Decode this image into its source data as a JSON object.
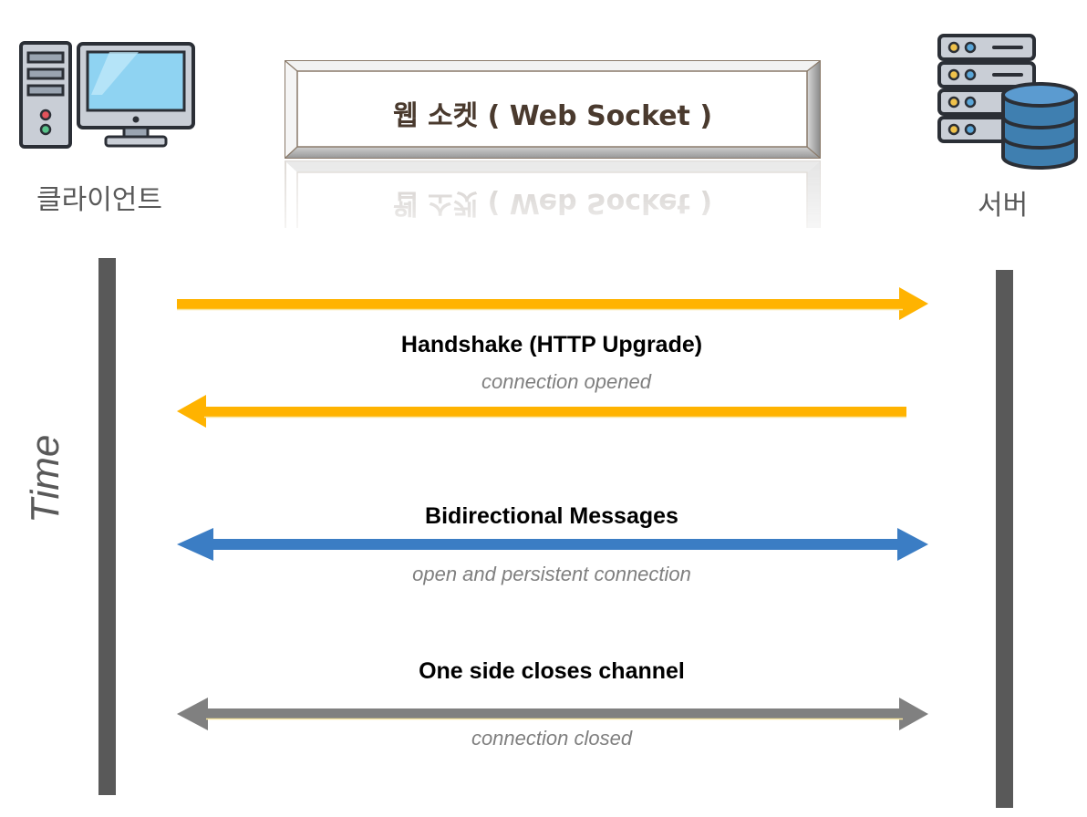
{
  "title": "웹 소켓 ( Web Socket )",
  "client": {
    "label": "클라이언트",
    "icon": "desktop-computer-icon"
  },
  "server": {
    "label": "서버",
    "icon": "server-database-icon"
  },
  "axis_label": "Time",
  "messages": [
    {
      "title": "Handshake (HTTP Upgrade)",
      "subtitle": "connection opened",
      "color": "#FFB300"
    },
    {
      "title": "Bidirectional Messages",
      "subtitle": "open and persistent connection",
      "color": "#3B7DC4"
    },
    {
      "title": "One side closes channel",
      "subtitle": "connection closed",
      "color": "#808080"
    }
  ],
  "colors": {
    "timeline": "#595959",
    "label_gray": "#595959",
    "subtitle_gray": "#7f7f7f",
    "title_text": "#4a3a2e"
  }
}
